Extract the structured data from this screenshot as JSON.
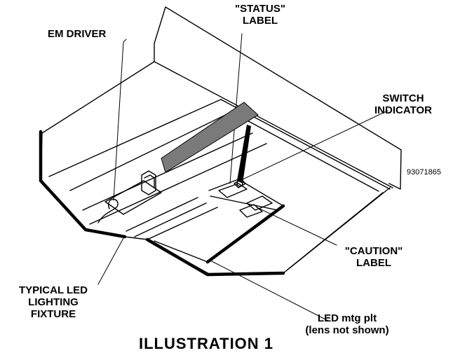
{
  "labels": {
    "em_driver": "EM DRIVER",
    "status_line1": "\"STATUS\"",
    "status_line2": "LABEL",
    "switch_line1": "SWITCH",
    "switch_line2": "INDICATOR",
    "drawing_number": "93071865",
    "caution_line1": "\"CAUTION\"",
    "caution_line2": "LABEL",
    "fixture_line1": "TYPICAL LED",
    "fixture_line2": "LIGHTING",
    "fixture_line3": "FIXTURE",
    "plate_line1": "LED mtg plt",
    "plate_line2": "(lens not shown)"
  },
  "caption": "ILLUSTRATION 1",
  "colors": {
    "line": "#000000",
    "label_fill": "#7a7a7a",
    "background": "#ffffff"
  }
}
